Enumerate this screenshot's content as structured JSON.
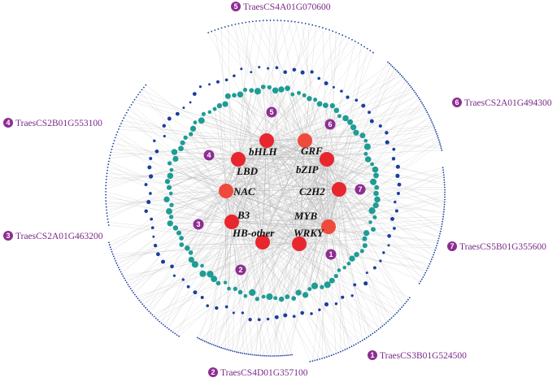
{
  "colors": {
    "hub": "#e8262e",
    "hub_light": "#ef4a3c",
    "inner_ring": "#1f9c94",
    "outer_ring": "#1a3f9c",
    "edge": "#b9b9b9",
    "spoke": "#c9c9c9",
    "badge": "#8e2d92"
  },
  "transcription_factors": [
    {
      "id": "bHLH",
      "label": "bHLH"
    },
    {
      "id": "GRF",
      "label": "GRF"
    },
    {
      "id": "LBD",
      "label": "LBD"
    },
    {
      "id": "bZIP",
      "label": "bZIP"
    },
    {
      "id": "NAC",
      "label": "NAC"
    },
    {
      "id": "C2H2",
      "label": "C2H2"
    },
    {
      "id": "B3",
      "label": "B3"
    },
    {
      "id": "MYB",
      "label": "MYB"
    },
    {
      "id": "HB-other",
      "label": "HB-other"
    },
    {
      "id": "WRKY",
      "label": "WRKY"
    }
  ],
  "genes": [
    {
      "number": "1",
      "name": "TraesCS3B01G524500"
    },
    {
      "number": "2",
      "name": "TraesCS4D01G357100"
    },
    {
      "number": "3",
      "name": "TraesCS2A01G463200"
    },
    {
      "number": "4",
      "name": "TraesCS2B01G553100"
    },
    {
      "number": "5",
      "name": "TraesCS4A01G070600"
    },
    {
      "number": "6",
      "name": "TraesCS2A01G494300"
    },
    {
      "number": "7",
      "name": "TraesCS5B01G355600"
    }
  ],
  "cluster_badges": [
    "1",
    "2",
    "3",
    "4",
    "5",
    "6",
    "7"
  ]
}
